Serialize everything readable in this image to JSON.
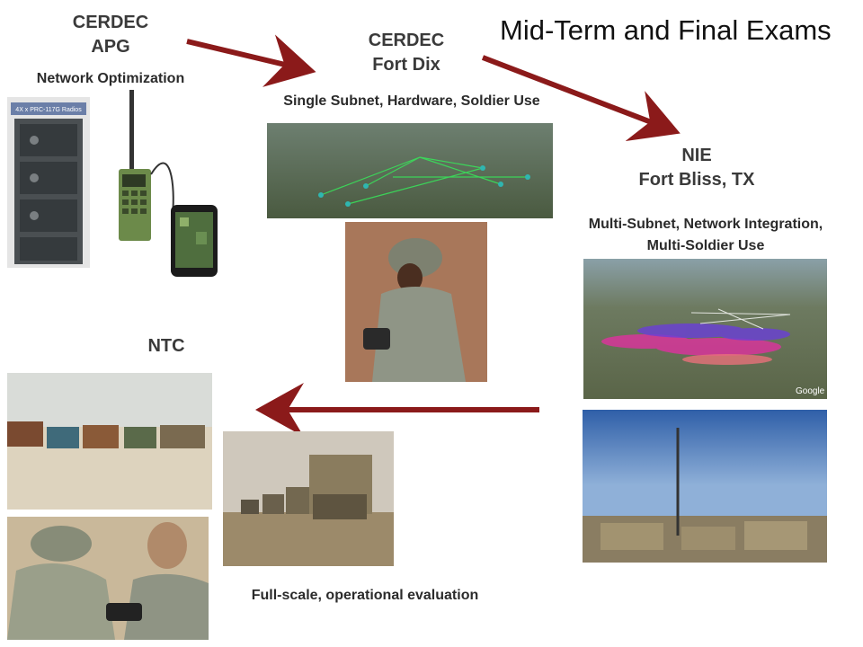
{
  "slide": {
    "title": "Mid-Term and Final Exams",
    "apg": {
      "line1": "CERDEC",
      "line2": "APG",
      "caption": "Network Optimization"
    },
    "dix": {
      "line1": "CERDEC",
      "line2": "Fort Dix",
      "caption": "Single Subnet, Hardware, Soldier Use"
    },
    "nie": {
      "line1": "NIE",
      "line2": "Fort Bliss, TX",
      "caption_line1": "Multi-Subnet, Network Integration,",
      "caption_line2": "Multi-Soldier Use"
    },
    "ntc": {
      "label": "NTC",
      "caption": "Full-scale, operational evaluation"
    },
    "photos": {
      "radio_rack_label": "4X x PRC-117G Radios",
      "google_watermark": "Google"
    },
    "colors": {
      "arrow": "#8b1a1a",
      "text": "#3a3a3a"
    }
  }
}
